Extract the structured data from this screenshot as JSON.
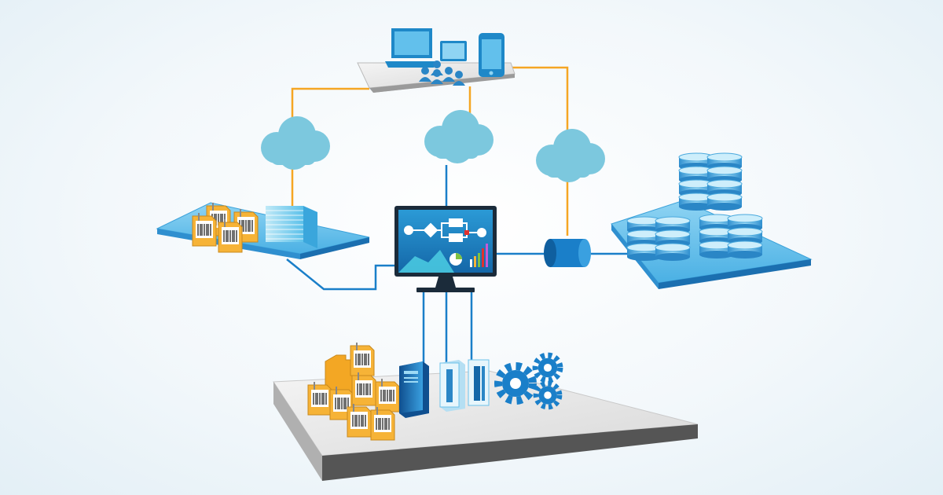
{
  "diagram": {
    "style": "isometric infrastructure illustration",
    "platforms": [
      {
        "id": "devices",
        "icons": [
          "laptop-icon",
          "tablet-icon",
          "smartphone-icon",
          "users-group-icon"
        ]
      },
      {
        "id": "documents",
        "icons": [
          "document-stack-icon",
          "paper-stack-icon"
        ]
      },
      {
        "id": "database",
        "icons": [
          "database-stack-icon"
        ]
      },
      {
        "id": "processing",
        "icons": [
          "folder-icon",
          "document-icon",
          "server-icon",
          "gear-icon"
        ]
      }
    ],
    "connectors": {
      "cloud_links": "#f5a623",
      "data_links": "#1a7fc9"
    },
    "clouds": 3,
    "colors": {
      "cloud": "#7cc8de",
      "platform_blue": "#6cc1ea",
      "platform_grey": "#ebebeb",
      "document": "#f6b337",
      "accent_blue": "#1a7fc9",
      "monitor_screen": "#1f88c8"
    }
  }
}
